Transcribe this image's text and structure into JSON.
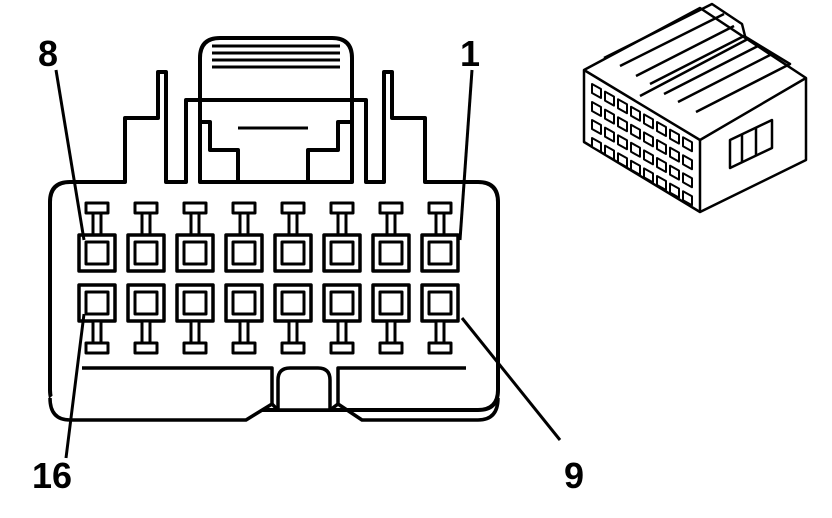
{
  "labels": {
    "top_left": "8",
    "top_right": "1",
    "bottom_left": "16",
    "bottom_right": "9"
  },
  "connector": {
    "rows": 2,
    "pins_per_row": 8
  },
  "colors": {
    "line": "#000000",
    "background": "#ffffff"
  }
}
